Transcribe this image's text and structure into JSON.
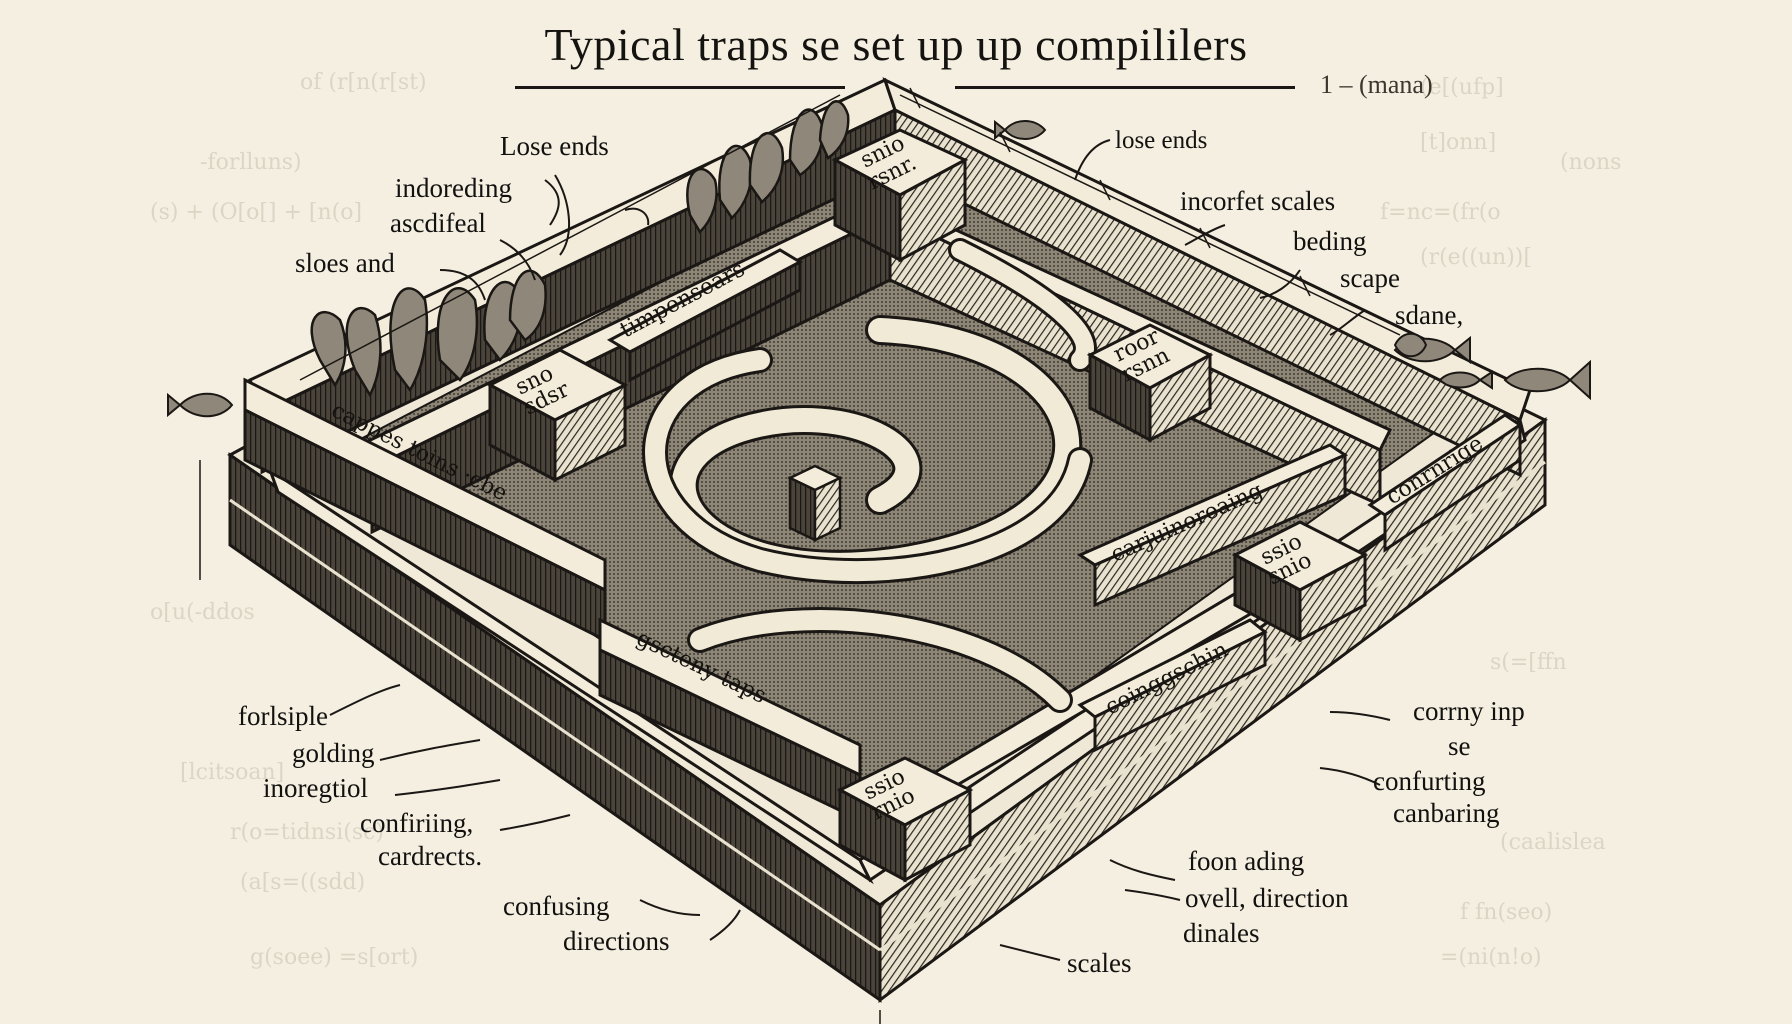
{
  "title": "Typical traps se set up up compililers",
  "corner_mark": "1 – (mana)",
  "labels": {
    "lose_ends_left": "Lose ends",
    "indoreding": "indoreding",
    "ascdifeal": "ascdifeal",
    "sloes_and": "sloes and",
    "lose_ends_right": "lose ends",
    "incorfet_scales": "incorfet scales",
    "beding": "beding",
    "scape": "scape",
    "sdane": "sdane,",
    "forlsiple": "forlsiple",
    "golding": "golding",
    "inoregtiol": "inoregtiol",
    "confiriing": "confiriing,",
    "cardrects": "cardrects.",
    "confusing": "confusing",
    "directions": "directions",
    "corrny_inp": "corrny inp",
    "se": "se",
    "confurting": "confurting",
    "canbaring": "canbaring",
    "foon_ading": "foon ading",
    "ovell_direction": "ovell, direction",
    "dinales": "dinales",
    "scales": "scales"
  },
  "walls": {
    "cappes_toins": "cappes toins ·cbe",
    "timpensears": "timpensears",
    "gscteny_taps": "gscteny taps",
    "cariuinoreaing": "carjuinoreaing",
    "conrnrige": "conrnrige",
    "coinggschin": "coinggschin"
  },
  "blocks": {
    "top": [
      "snio",
      "rsnr."
    ],
    "left": [
      "sno",
      "sdsr"
    ],
    "right": [
      "roor",
      "rsnn"
    ],
    "right_lower": [
      "ssio",
      "snio"
    ],
    "bottom": [
      "ssio",
      "rnio"
    ]
  }
}
